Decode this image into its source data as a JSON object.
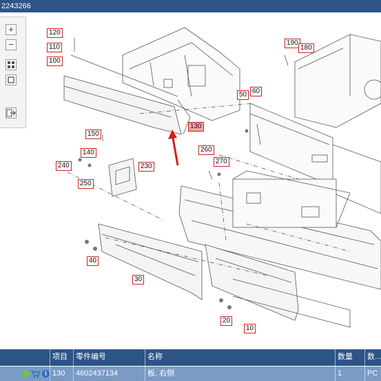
{
  "window": {
    "title": "2243266"
  },
  "toolbar": {
    "icons": [
      "zoom-in-icon",
      "zoom-out-icon",
      "fit-page-icon",
      "actual-size-icon",
      "export-icon"
    ]
  },
  "callouts": [
    "120",
    "110",
    "100",
    "150",
    "140",
    "240",
    "250",
    "230",
    "130",
    "50",
    "60",
    "190",
    "180",
    "260",
    "270",
    "40",
    "30",
    "20",
    "10"
  ],
  "selected_callout": "130",
  "table": {
    "headers": [
      "项目",
      "零件编号",
      "名称",
      "数量",
      "数..."
    ],
    "rows": [
      {
        "item": "130",
        "part_no": "4602437134",
        "name": "板, 右侧",
        "qty": "1",
        "unit": "PC"
      }
    ]
  },
  "colors": {
    "header_blue": "#2c5487",
    "selected_row": "#7b9ac4",
    "callout_red": "#d12020",
    "selected_callout_fill": "#f3a6a6"
  }
}
